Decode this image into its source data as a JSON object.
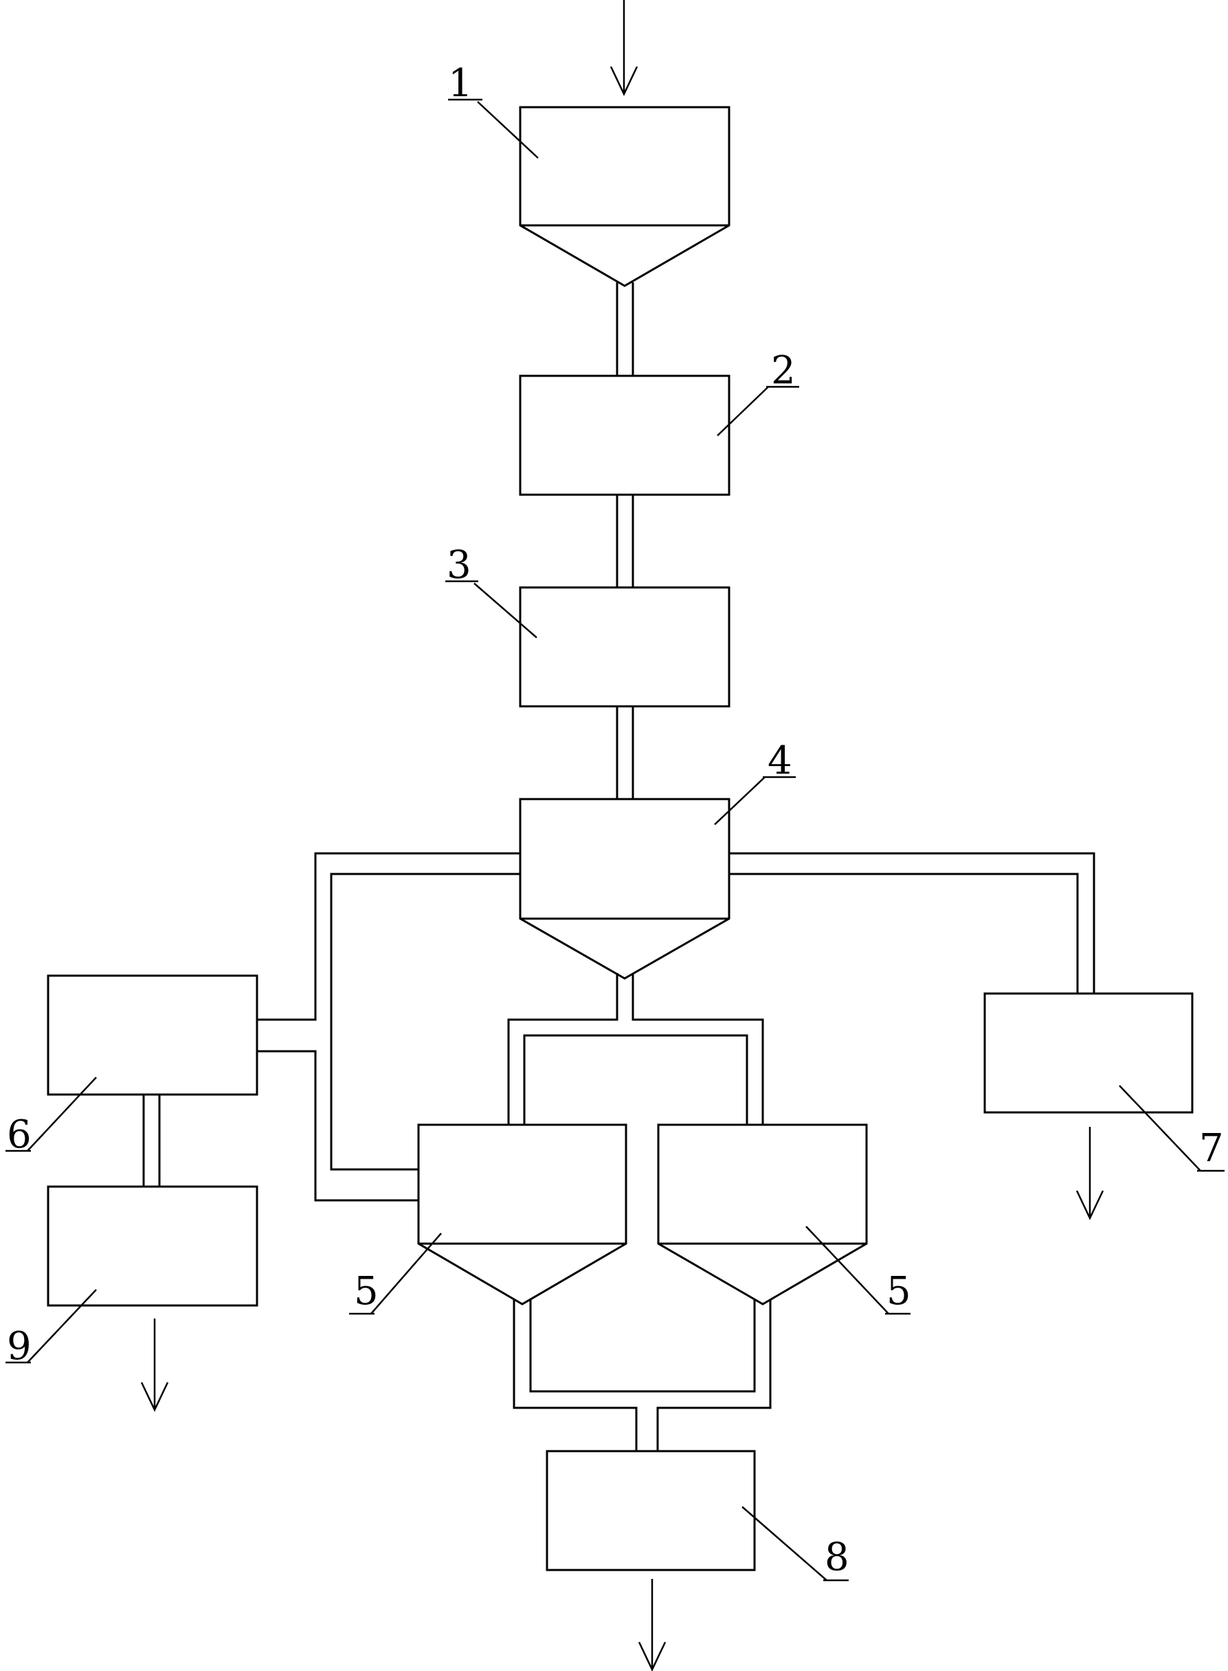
{
  "colors": {
    "line": "#000000",
    "background": "#ffffff"
  },
  "labels": {
    "l1": "1",
    "l2": "2",
    "l3": "3",
    "l4": "4",
    "l5a": "5",
    "l5b": "5",
    "l6": "6",
    "l7": "7",
    "l8": "8",
    "l9": "9"
  }
}
